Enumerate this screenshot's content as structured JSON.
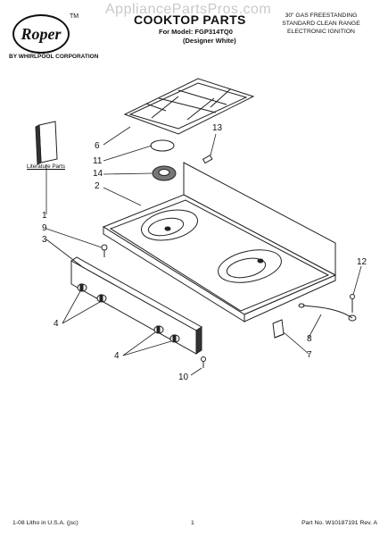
{
  "watermark": "AppliancePartsPros.com",
  "brand": {
    "logo_text": "Roper",
    "trademark": "TM",
    "tagline": "BY WHIRLPOOL CORPORATION"
  },
  "header": {
    "title": "COOKTOP PARTS",
    "model": "For Model: FGP314TQ0",
    "variant": "(Designer White)",
    "description": [
      "30\" GAS FREESTANDING",
      "STANDARD CLEAN RANGE",
      "ELECTRONIC IGNITION"
    ]
  },
  "literature_label": "Literature Parts",
  "callouts": [
    "6",
    "11",
    "14",
    "13",
    "2",
    "1",
    "9",
    "3",
    "4",
    "4",
    "10",
    "12",
    "8",
    "7"
  ],
  "footer": {
    "left": "1-08 Litho in U.S.A. (jsc)",
    "center": "1",
    "right": "Part No. W10187191 Rev. A"
  },
  "colors": {
    "line": "#222222",
    "watermark": "#c9c9c9"
  }
}
